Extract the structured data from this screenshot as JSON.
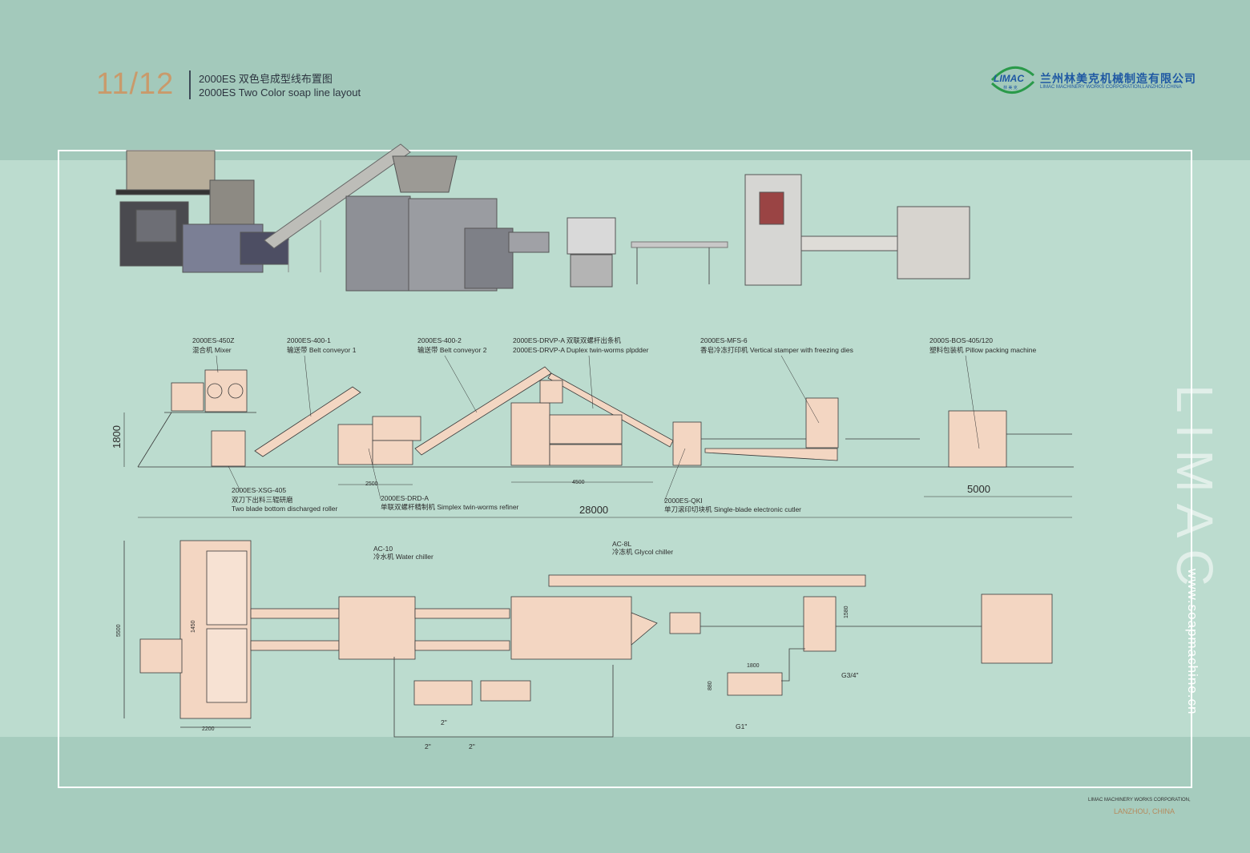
{
  "header": {
    "page_number": "11/12",
    "title_cn": "2000ES 双色皂成型线布置图",
    "title_en": "2000ES Two Color soap line layout"
  },
  "brand": {
    "logo_text": "LIMAC",
    "logo_sub": "林 美 克",
    "company_cn": "兰州林美克机械制造有限公司",
    "company_en": "LIMAC MACHINERY WORKS CORPORATION,LANZHOU,CHINA",
    "watermark": "LIMAC",
    "website": "www.soapmachine.cn"
  },
  "side_view_labels": [
    {
      "code": "2000ES-450Z",
      "name": "混合机 Mixer"
    },
    {
      "code": "2000ES-400-1",
      "name": "输送带  Belt conveyor 1"
    },
    {
      "code": "2000ES-400-2",
      "name": "输送带  Belt conveyor 2"
    },
    {
      "code": "2000ES-DRVP-A 双联双螺杆出条机",
      "name": "2000ES-DRVP-A  Duplex twin-worms plpdder"
    },
    {
      "code": "2000ES-MFS-6",
      "name": "香皂冷冻打印机 Vertical stamper with freezing dies"
    },
    {
      "code": "2000S-BOS-405/120",
      "name": "塑料包装机  Pillow packing machine"
    },
    {
      "code": "2000ES-XSG-405",
      "name": "双刀下出料三辊研磨",
      "name2": "Two blade bottom discharged roller"
    },
    {
      "code": "2000ES-DRD-A",
      "name": "单联双螺杆精制机 Simplex twin-worms refiner"
    },
    {
      "code": "2000ES-QKI",
      "name": "单刀滚印切块机 Single-blade electronic cutler"
    }
  ],
  "side_dimensions": {
    "height": "1800",
    "refiner": "2500",
    "plodder": "4500",
    "packing": "5000",
    "total": "28000"
  },
  "plan_labels": [
    {
      "code": "AC-10",
      "name": "冷水机 Water chiller"
    },
    {
      "code": "AC-8L",
      "name": "冷冻机 Glycol chiller"
    }
  ],
  "plan_dimensions": {
    "depth": "5500",
    "width": "2200",
    "gap": "1450",
    "glycol_w": "1800",
    "glycol_h": "880",
    "stamper": "1580",
    "pipe_2a": "2\"",
    "pipe_2b": "2\"",
    "pipe_2c": "2\"",
    "pipe_g1": "G1\"",
    "pipe_g34": "G3/4\""
  },
  "footer": {
    "line1": "LIMAC MACHINERY WORKS CORPORATION,",
    "line2": "LANZHOU, CHINA"
  },
  "colors": {
    "accent": "#c99a6b",
    "brand": "#1f58a3",
    "machine_fill": "#f3d6c2",
    "line": "#3a3a3a"
  }
}
